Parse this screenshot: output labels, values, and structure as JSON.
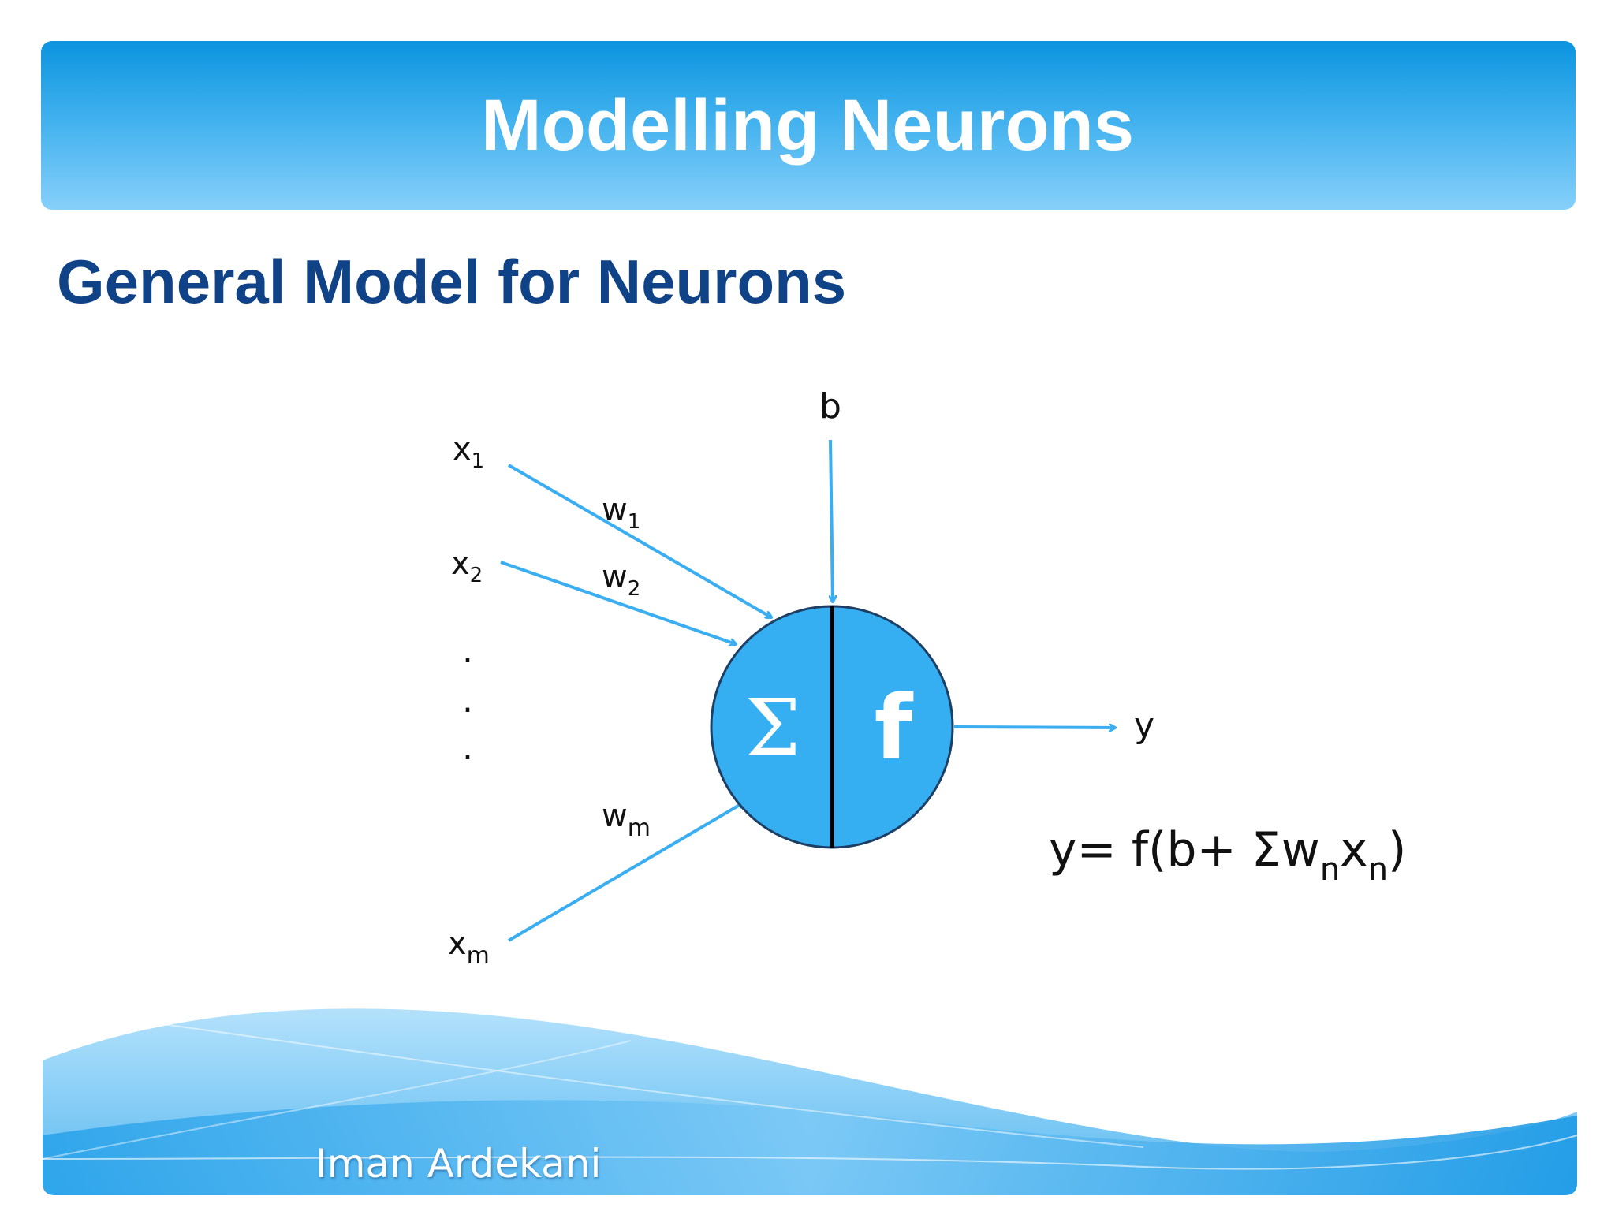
{
  "slide": {
    "title": "Modelling Neurons",
    "subtitle": "General Model for Neurons",
    "author": "Iman Ardekani"
  },
  "diagram": {
    "inputs": [
      {
        "var": "x",
        "sub": "1"
      },
      {
        "var": "x",
        "sub": "2"
      },
      {
        "var": "x",
        "sub": "m"
      }
    ],
    "weights": [
      {
        "var": "w",
        "sub": "1"
      },
      {
        "var": "w",
        "sub": "2"
      },
      {
        "var": "w",
        "sub": "m"
      }
    ],
    "ellipsis_dots": [
      ".",
      ".",
      "."
    ],
    "bias": "b",
    "sum_symbol": "Σ",
    "activation_symbol": "f",
    "output": "y",
    "formula": {
      "lead": "y= f(b+ Σw",
      "sub1": "n",
      "mid": "x",
      "sub2": "n",
      "tail": ")"
    }
  },
  "colors": {
    "header_top": "#0b94df",
    "header_bottom": "#86d0fa",
    "subtitle": "#0f4286",
    "arrow": "#3aaef0",
    "neuron_fill": "#35aef2",
    "neuron_stroke": "#1d3f63",
    "wave": "#2ea6ec"
  }
}
